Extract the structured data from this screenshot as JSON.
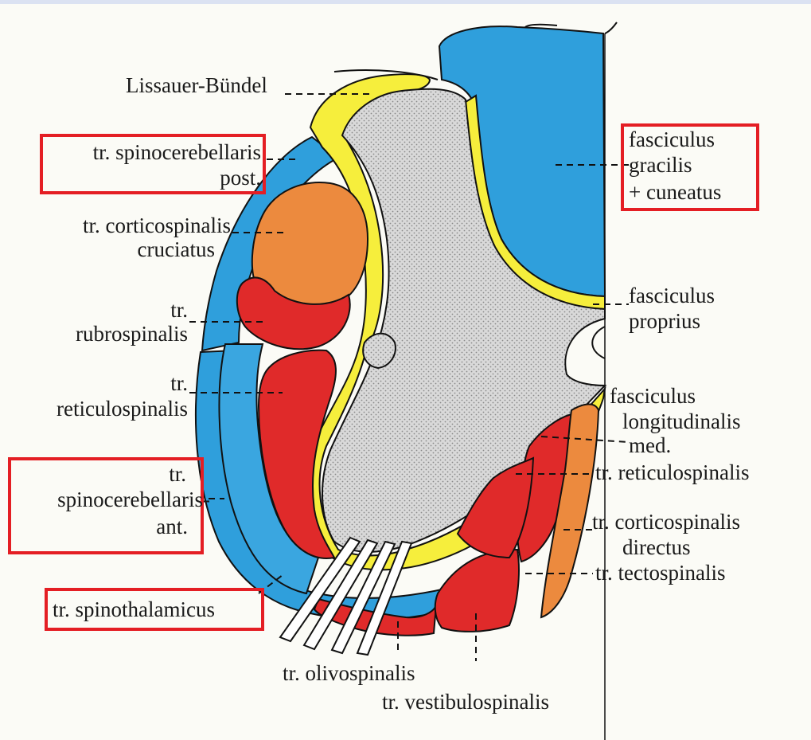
{
  "labels": {
    "lissauer": "Lissauer-Bündel",
    "spinocerebellaris_post_1": "tr. spinocerebellaris",
    "spinocerebellaris_post_2": "post.",
    "corticospinalis_cruc_1": "tr. corticospinalis",
    "corticospinalis_cruc_2": "cruciatus",
    "rubrospinalis_1": "tr.",
    "rubrospinalis_2": "rubrospinalis",
    "reticulospinalis_l_1": "tr.",
    "reticulospinalis_l_2": "reticulospinalis",
    "spinocerebellaris_ant_1": "tr.",
    "spinocerebellaris_ant_2": "spinocerebellaris-",
    "spinocerebellaris_ant_3": "ant.",
    "spinothalamicus": "tr. spinothalamicus",
    "olivospinalis": "tr. olivospinalis",
    "vestibulospinalis": "tr. vestibulospinalis",
    "fasc_gracilis_1": "fasciculus",
    "fasc_gracilis_2": "gracilis",
    "fasc_gracilis_3": "+ cuneatus",
    "fasc_proprius_1": "fasciculus",
    "fasc_proprius_2": "proprius",
    "fasc_long_1": "fasciculus",
    "fasc_long_2": "longitudinalis",
    "fasc_long_3": "med.",
    "reticulospinalis_r": "tr. reticulospinalis",
    "corticospinalis_dir_1": "tr. corticospinalis",
    "corticospinalis_dir_2": "directus",
    "tectospinalis": "tr. tectospinalis"
  },
  "colors": {
    "blue": "#2f9fdc",
    "yellow": "#f6ee3c",
    "orange": "#ec8a3e",
    "red": "#e02a2a",
    "grey": "#d6d6d6",
    "highlight_box": "#e41e24"
  }
}
